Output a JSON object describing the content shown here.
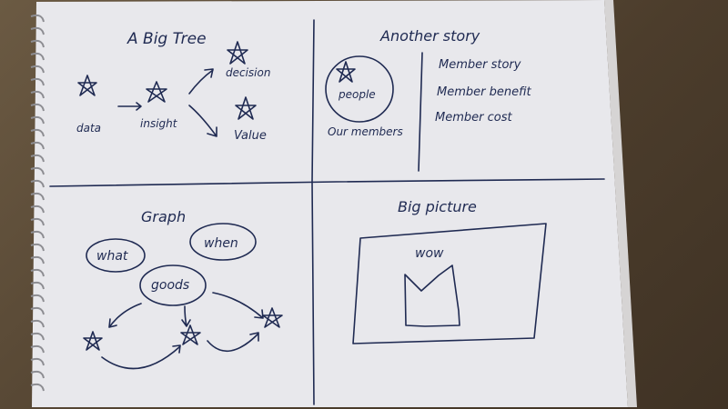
{
  "notebook": {
    "ink_color": "#1f2a52",
    "paper_color": "#e9e9ec",
    "quadrants": {
      "top_left": {
        "title": "A Big Tree",
        "nodes": {
          "data": "data",
          "insight": "insight",
          "decision": "decision",
          "value": "Value"
        }
      },
      "top_right": {
        "title": "Another story",
        "circle_label": "people",
        "caption": "Our members",
        "list": [
          "Member story",
          "Member benefit",
          "Member cost"
        ]
      },
      "bottom_left": {
        "title": "Graph",
        "bubbles": {
          "what": "what",
          "when": "when",
          "goods": "goods"
        }
      },
      "bottom_right": {
        "title": "Big picture",
        "frame_label": "wow"
      }
    }
  }
}
